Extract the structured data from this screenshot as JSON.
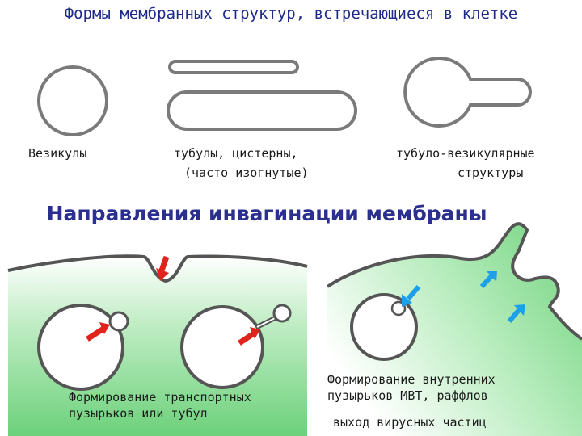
{
  "title": "Формы мембранных структур, встречающиеся в клетке",
  "shapes": {
    "vesicles_label": "Везикулы",
    "tubules_label_line1": "тубулы, цистерны,",
    "tubules_label_line2": "(часто изогнутые)",
    "tubulovesicular_label_line1": "тубуло-везикулярные",
    "tubulovesicular_label_line2": "структуры"
  },
  "subtitle": "Направления инвагинации мембраны",
  "panels": {
    "left_label_line1": "Формирование транспортных",
    "left_label_line2": "пузырьков или тубул",
    "right_label_line1": "Формирование внутренних",
    "right_label_line2": "пузырьков МВТ, раффлов",
    "right_label_line3": "выход вирусных частиц"
  },
  "colors": {
    "outline": "#7a7a7a",
    "cytoplasm_green": "#6cd17a",
    "arrow_red": "#e0241b",
    "arrow_blue": "#1ea0e8",
    "title": "#1e2a8a"
  }
}
